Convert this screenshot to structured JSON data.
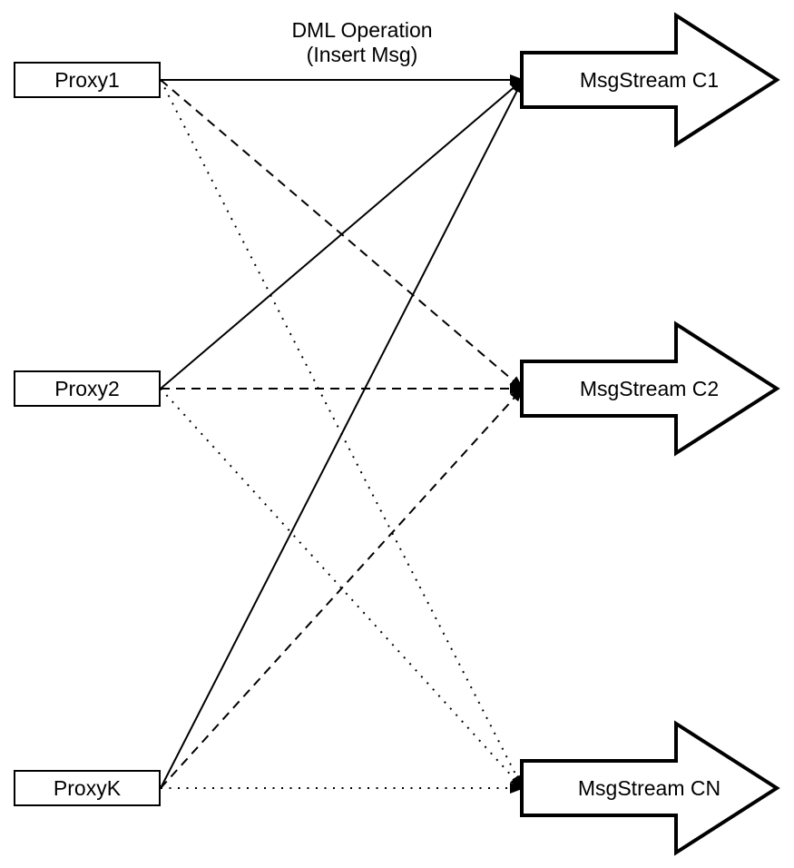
{
  "title": {
    "line1": "DML Operation",
    "line2": "(Insert Msg)"
  },
  "proxies": [
    {
      "id": "p1",
      "label": "Proxy1"
    },
    {
      "id": "p2",
      "label": "Proxy2"
    },
    {
      "id": "pk",
      "label": "ProxyK"
    }
  ],
  "streams": [
    {
      "id": "c1",
      "label": "MsgStream C1"
    },
    {
      "id": "c2",
      "label": "MsgStream C2"
    },
    {
      "id": "cn",
      "label": "MsgStream CN"
    }
  ],
  "edges": [
    {
      "from": "p1",
      "to": "c1",
      "style": "solid"
    },
    {
      "from": "p1",
      "to": "c2",
      "style": "dashed"
    },
    {
      "from": "p1",
      "to": "cn",
      "style": "dotted"
    },
    {
      "from": "p2",
      "to": "c1",
      "style": "solid"
    },
    {
      "from": "p2",
      "to": "c2",
      "style": "dashed"
    },
    {
      "from": "p2",
      "to": "cn",
      "style": "dotted"
    },
    {
      "from": "pk",
      "to": "c1",
      "style": "solid"
    },
    {
      "from": "pk",
      "to": "c2",
      "style": "dashed"
    },
    {
      "from": "pk",
      "to": "cn",
      "style": "dotted"
    }
  ],
  "colors": {
    "line": "#000000",
    "shape_fill": "#ffffff",
    "text": "#000000",
    "background": "#ffffff"
  }
}
